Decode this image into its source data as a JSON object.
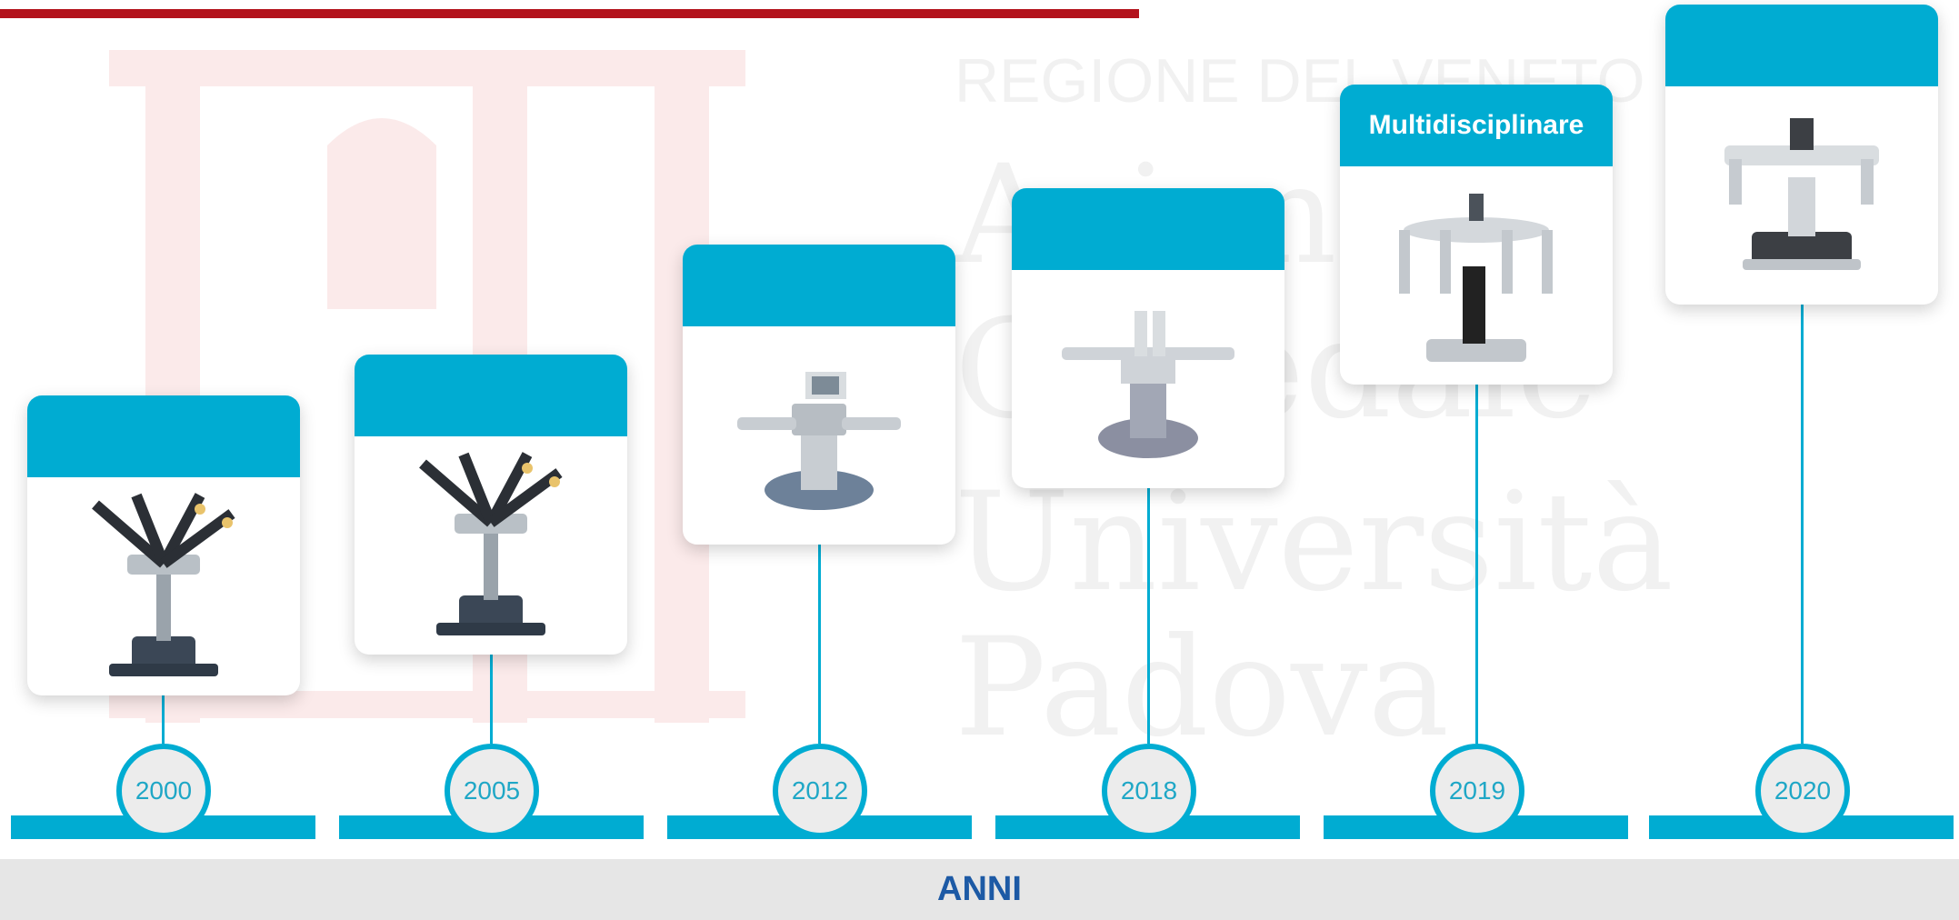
{
  "colors": {
    "accent": "#00acd2",
    "rule": "#b3121c",
    "axis_label": "#1d5aa5",
    "footer_bg": "#e6e6e6"
  },
  "watermark": {
    "line1": "REGIONE DEL VENETO",
    "line2": "Azienda",
    "line3": "Ospedale",
    "line4": "Università",
    "line5": "Padova"
  },
  "timeline": [
    {
      "year": "2000",
      "title": "",
      "image": "robotic-surgical-system"
    },
    {
      "year": "2005",
      "title": "",
      "image": "robotic-surgical-system"
    },
    {
      "year": "2012",
      "title": "",
      "image": "robotic-surgical-system"
    },
    {
      "year": "2018",
      "title": "",
      "image": "robotic-surgical-system"
    },
    {
      "year": "2019",
      "title": "Multidisciplinare",
      "image": "robotic-surgical-system"
    },
    {
      "year": "2020",
      "title": "",
      "image": "robotic-surgical-system"
    }
  ],
  "axis_label": "ANNI"
}
